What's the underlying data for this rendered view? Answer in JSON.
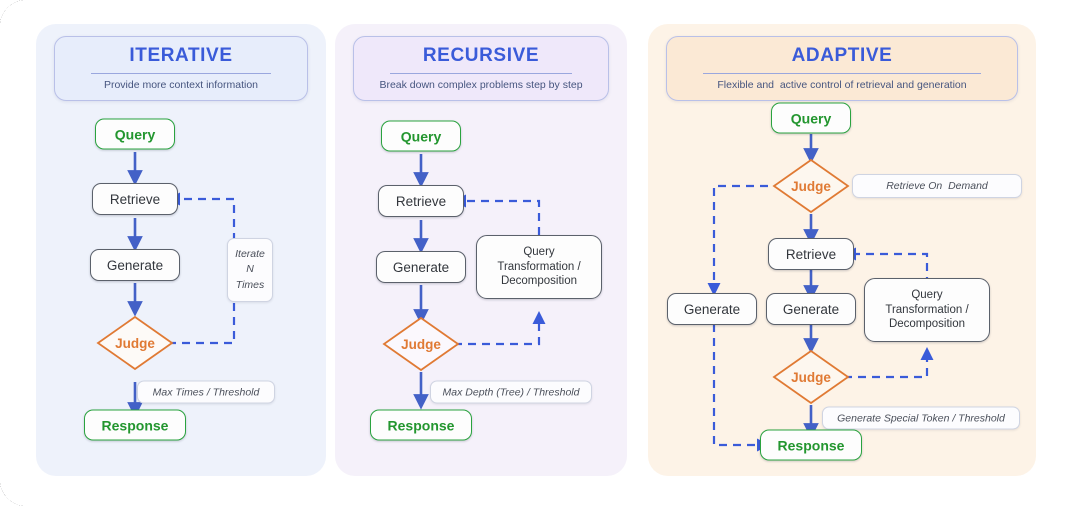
{
  "columns": [
    {
      "key": "iterative",
      "title": "ITERATIVE",
      "subtitle": "Provide more context information",
      "accent": "#3a5bd9",
      "panel_bg": "#eef2fb",
      "nodes": {
        "query": "Query",
        "retrieve": "Retrieve",
        "generate": "Generate",
        "judge": "Judge",
        "response": "Response"
      },
      "tags": {
        "loop": [
          "Iterate",
          "N",
          "Times"
        ],
        "exit": "Max Times / Threshold"
      }
    },
    {
      "key": "recursive",
      "title": "RECURSIVE",
      "subtitle": "Break down complex problems step by step",
      "accent": "#3a5bd9",
      "panel_bg": "#f5f1fa",
      "nodes": {
        "query": "Query",
        "retrieve": "Retrieve",
        "generate": "Generate",
        "judge": "Judge",
        "response": "Response",
        "transform": "Query\nTransformation /\nDecomposition"
      },
      "tags": {
        "exit": "Max Depth (Tree) / Threshold"
      }
    },
    {
      "key": "adaptive",
      "title": "ADAPTIVE",
      "subtitle": "Flexible and  active control of retrieval and generation",
      "accent": "#3a5bd9",
      "panel_bg": "#fdf3e7",
      "nodes": {
        "query": "Query",
        "judge_top": "Judge",
        "retrieve": "Retrieve",
        "generate_main": "Generate",
        "generate_bypass": "Generate",
        "judge_bottom": "Judge",
        "response": "Response",
        "transform": "Query\nTransformation /\nDecomposition"
      },
      "tags": {
        "on_demand": "Retrieve On  Demand",
        "exit": "Generate Special Token / Threshold"
      }
    }
  ],
  "palette": {
    "arrow_solid": "#4361c7",
    "arrow_dashed": "#3a5bd9",
    "green": "#23962f",
    "orange": "#e07a34",
    "gray_border": "#5b616b",
    "title_blue": "#3a5bd9"
  }
}
